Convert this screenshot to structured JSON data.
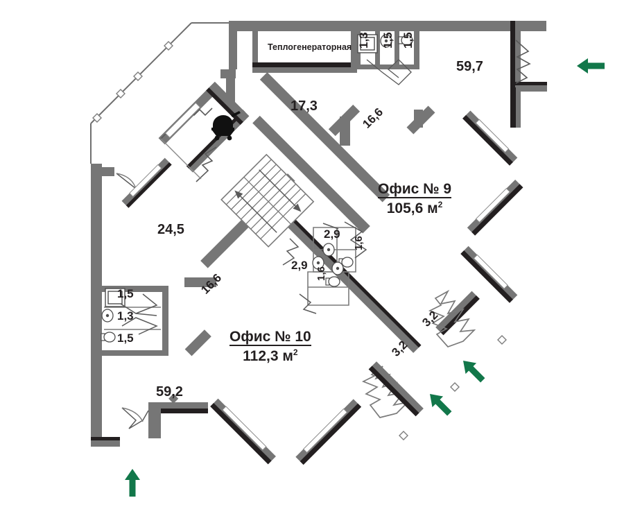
{
  "plan": {
    "type": "architectural-floor-plan",
    "language": "ru",
    "colors": {
      "wall_gray": "#767676",
      "wall_dark": "#231f20",
      "outline": "#6f6f6f",
      "text": "#231f20",
      "arrow_green": "#12774a",
      "background": "#ffffff"
    },
    "offices": [
      {
        "name": "office-9",
        "title": "Офис № 9",
        "area": "105,6 м",
        "area_unit_sup": "2"
      },
      {
        "name": "office-10",
        "title": "Офис № 10",
        "area": "112,3 м",
        "area_unit_sup": "2"
      }
    ],
    "rooms": {
      "boiler_label": "Теплогенераторная",
      "area_top_right": "59,7",
      "area_hall_top": "17,3",
      "area_left_mid": "24,5",
      "area_left_bottom": "59,2",
      "corridor_a": "16,6",
      "corridor_b": "16,6",
      "wc_left_top": "1,5",
      "wc_left_mid": "1,3",
      "wc_left_bottom": "1,5",
      "wc_top_a": "1,3",
      "wc_top_b": "1,5",
      "wc_top_c": "1,5",
      "wc_center_a": "2,9",
      "wc_center_b": "2,9",
      "wc_center_c": "1,6",
      "wc_center_d": "1,6",
      "tambour_a": "3,2",
      "tambour_b": "3,2"
    },
    "icons": {
      "stroller": "stroller-icon",
      "stairs": "stairs-icon",
      "entrance_arrows": [
        {
          "name": "entrance-arrow-right",
          "direction": "left"
        },
        {
          "name": "entrance-arrow-bottom-right-upper",
          "direction": "up-left"
        },
        {
          "name": "entrance-arrow-bottom-right-lower",
          "direction": "up-left"
        },
        {
          "name": "entrance-arrow-bottom",
          "direction": "up"
        }
      ],
      "fixtures": [
        "shower-fixture",
        "sink-fixture",
        "toilet-fixture"
      ],
      "markers": [
        "diamond-marker",
        "diamond-marker",
        "diamond-marker"
      ]
    }
  }
}
